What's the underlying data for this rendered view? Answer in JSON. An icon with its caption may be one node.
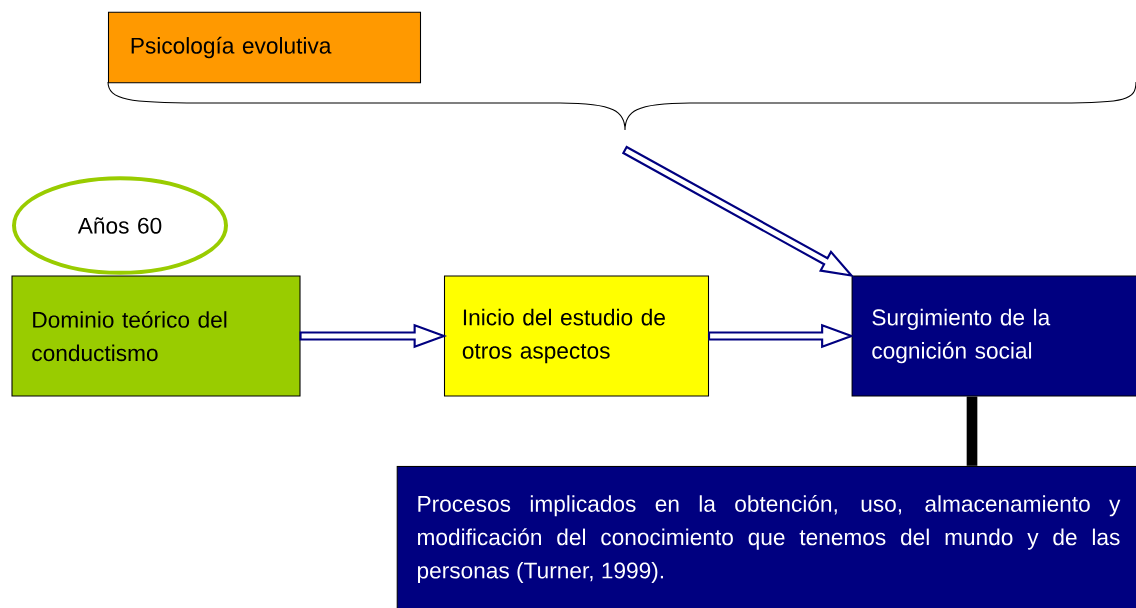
{
  "diagram": {
    "nodes": [
      {
        "text": [
          "Psicología evolutiva"
        ]
      },
      {
        "text": [
          "Años 60"
        ]
      },
      {
        "text": [
          "Dominio teórico del conductismo"
        ]
      },
      {
        "text": [
          "Inicio del estudio de otros aspectos"
        ]
      },
      {
        "text": [
          "Surgimiento de la cognición social"
        ]
      },
      {
        "text": [
          "Procesos implicados en la obtención, uso, almacenamiento y modificación del conocimiento que tenemos del mundo y de las personas (Turner, 1999)."
        ]
      }
    ],
    "edges": [
      {
        "from": 2,
        "to": 3,
        "arrow": "to"
      },
      {
        "from": 3,
        "to": 4,
        "arrow": "to"
      },
      {
        "from": null,
        "to": 4,
        "arrow": "to"
      },
      {
        "from": 4,
        "to": 5,
        "arrow": "none",
        "color": "#000000"
      }
    ]
  }
}
